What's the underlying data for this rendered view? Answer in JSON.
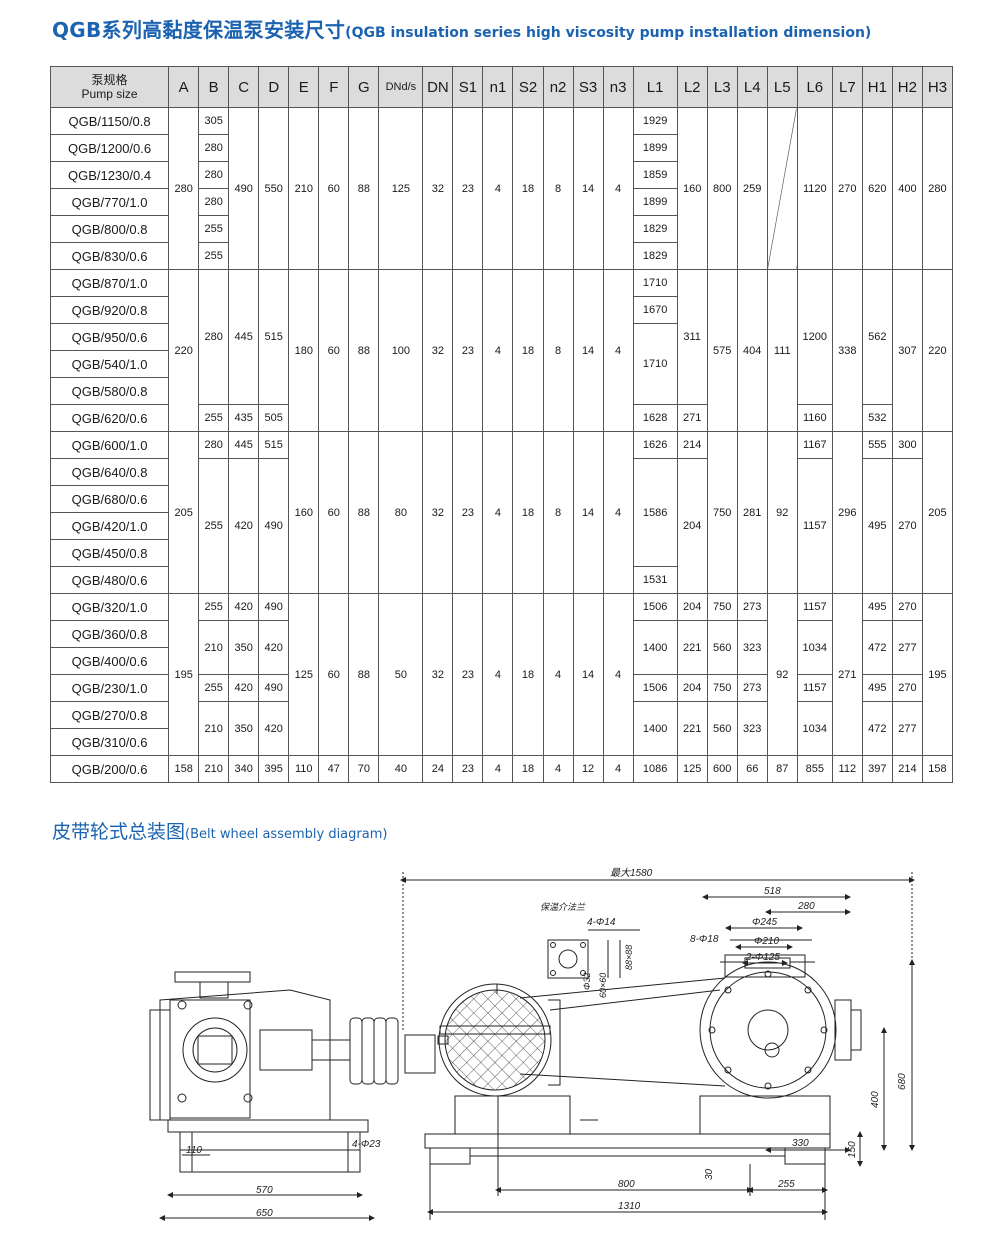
{
  "header": {
    "title_cn": "QGB系列高黏度保温泵安装尺寸",
    "title_en": "(QGB insulation series high viscosity pump installation dimension)"
  },
  "table": {
    "pump_size_cn": "泵规格",
    "pump_size_en": "Pump size",
    "columns": [
      "A",
      "B",
      "C",
      "D",
      "E",
      "F",
      "G",
      "DNd/s",
      "DN",
      "S1",
      "n1",
      "S2",
      "n2",
      "S3",
      "n3",
      "L1",
      "L2",
      "L3",
      "L4",
      "L5",
      "L6",
      "L7",
      "H1",
      "H2",
      "H3"
    ],
    "rows": [
      [
        {
          "t": "QGB/1150/0.8"
        },
        {
          "t": "280",
          "r": 6
        },
        {
          "t": "305"
        },
        {
          "t": "490",
          "r": 6
        },
        {
          "t": "550",
          "r": 6
        },
        {
          "t": "210",
          "r": 6
        },
        {
          "t": "60",
          "r": 6
        },
        {
          "t": "88",
          "r": 6
        },
        {
          "t": "125",
          "r": 6
        },
        {
          "t": "32",
          "r": 6
        },
        {
          "t": "23",
          "r": 6
        },
        {
          "t": "4",
          "r": 6
        },
        {
          "t": "18",
          "r": 6
        },
        {
          "t": "8",
          "r": 6
        },
        {
          "t": "14",
          "r": 6
        },
        {
          "t": "4",
          "r": 6
        },
        {
          "t": "1929"
        },
        {
          "t": "160",
          "r": 6
        },
        {
          "t": "800",
          "r": 6
        },
        {
          "t": "259",
          "r": 6
        },
        {
          "t": "",
          "r": 6,
          "slash": true
        },
        {
          "t": "1120",
          "r": 6
        },
        {
          "t": "270",
          "r": 6
        },
        {
          "t": "620",
          "r": 6
        },
        {
          "t": "400",
          "r": 6
        },
        {
          "t": "280",
          "r": 6
        }
      ],
      [
        {
          "t": "QGB/1200/0.6"
        },
        {
          "t": "280"
        },
        {
          "t": "1899"
        }
      ],
      [
        {
          "t": "QGB/1230/0.4"
        },
        {
          "t": "280"
        },
        {
          "t": "1859"
        }
      ],
      [
        {
          "t": "QGB/770/1.0"
        },
        {
          "t": "280"
        },
        {
          "t": "1899"
        }
      ],
      [
        {
          "t": "QGB/800/0.8"
        },
        {
          "t": "255"
        },
        {
          "t": "1829"
        }
      ],
      [
        {
          "t": "QGB/830/0.6"
        },
        {
          "t": "255"
        },
        {
          "t": "1829"
        }
      ],
      [
        {
          "t": "QGB/870/1.0"
        },
        {
          "t": "220",
          "r": 6
        },
        {
          "t": "280",
          "r": 5
        },
        {
          "t": "445",
          "r": 5
        },
        {
          "t": "515",
          "r": 5
        },
        {
          "t": "180",
          "r": 6
        },
        {
          "t": "60",
          "r": 6
        },
        {
          "t": "88",
          "r": 6
        },
        {
          "t": "100",
          "r": 6
        },
        {
          "t": "32",
          "r": 6
        },
        {
          "t": "23",
          "r": 6
        },
        {
          "t": "4",
          "r": 6
        },
        {
          "t": "18",
          "r": 6
        },
        {
          "t": "8",
          "r": 6
        },
        {
          "t": "14",
          "r": 6
        },
        {
          "t": "4",
          "r": 6
        },
        {
          "t": "1710"
        },
        {
          "t": "311",
          "r": 5
        },
        {
          "t": "575",
          "r": 6
        },
        {
          "t": "404",
          "r": 6
        },
        {
          "t": "111",
          "r": 6
        },
        {
          "t": "1200",
          "r": 5
        },
        {
          "t": "338",
          "r": 6
        },
        {
          "t": "562",
          "r": 5
        },
        {
          "t": "307",
          "r": 6
        },
        {
          "t": "220",
          "r": 6
        }
      ],
      [
        {
          "t": "QGB/920/0.8"
        },
        {
          "t": "1670"
        }
      ],
      [
        {
          "t": "QGB/950/0.6"
        },
        {
          "t": "1710",
          "r": 3
        }
      ],
      [
        {
          "t": "QGB/540/1.0"
        }
      ],
      [
        {
          "t": "QGB/580/0.8"
        }
      ],
      [
        {
          "t": "QGB/620/0.6"
        },
        {
          "t": "255"
        },
        {
          "t": "435"
        },
        {
          "t": "505"
        },
        {
          "t": "1628"
        },
        {
          "t": "271"
        },
        {
          "t": "1160"
        },
        {
          "t": "532"
        }
      ],
      [
        {
          "t": "QGB/600/1.0"
        },
        {
          "t": "205",
          "r": 6
        },
        {
          "t": "280"
        },
        {
          "t": "445"
        },
        {
          "t": "515"
        },
        {
          "t": "160",
          "r": 6
        },
        {
          "t": "60",
          "r": 6
        },
        {
          "t": "88",
          "r": 6
        },
        {
          "t": "80",
          "r": 6
        },
        {
          "t": "32",
          "r": 6
        },
        {
          "t": "23",
          "r": 6
        },
        {
          "t": "4",
          "r": 6
        },
        {
          "t": "18",
          "r": 6
        },
        {
          "t": "8",
          "r": 6
        },
        {
          "t": "14",
          "r": 6
        },
        {
          "t": "4",
          "r": 6
        },
        {
          "t": "1626"
        },
        {
          "t": "214"
        },
        {
          "t": "750",
          "r": 6
        },
        {
          "t": "281",
          "r": 6
        },
        {
          "t": "92",
          "r": 6
        },
        {
          "t": "1167"
        },
        {
          "t": "296",
          "r": 6
        },
        {
          "t": "555"
        },
        {
          "t": "300"
        },
        {
          "t": "205",
          "r": 6
        }
      ],
      [
        {
          "t": "QGB/640/0.8"
        },
        {
          "t": "255",
          "r": 5
        },
        {
          "t": "420",
          "r": 5
        },
        {
          "t": "490",
          "r": 5
        },
        {
          "t": "1586",
          "r": 4
        },
        {
          "t": "204",
          "r": 5
        },
        {
          "t": "1157",
          "r": 5
        },
        {
          "t": "495",
          "r": 5
        },
        {
          "t": "270",
          "r": 5
        }
      ],
      [
        {
          "t": "QGB/680/0.6"
        }
      ],
      [
        {
          "t": "QGB/420/1.0"
        }
      ],
      [
        {
          "t": "QGB/450/0.8"
        }
      ],
      [
        {
          "t": "QGB/480/0.6"
        },
        {
          "t": "1531"
        }
      ],
      [
        {
          "t": "QGB/320/1.0"
        },
        {
          "t": "195",
          "r": 6
        },
        {
          "t": "255"
        },
        {
          "t": "420"
        },
        {
          "t": "490"
        },
        {
          "t": "125",
          "r": 6
        },
        {
          "t": "60",
          "r": 6
        },
        {
          "t": "88",
          "r": 6
        },
        {
          "t": "50",
          "r": 6
        },
        {
          "t": "32",
          "r": 6
        },
        {
          "t": "23",
          "r": 6
        },
        {
          "t": "4",
          "r": 6
        },
        {
          "t": "18",
          "r": 6
        },
        {
          "t": "4",
          "r": 6
        },
        {
          "t": "14",
          "r": 6
        },
        {
          "t": "4",
          "r": 6
        },
        {
          "t": "1506"
        },
        {
          "t": "204"
        },
        {
          "t": "750"
        },
        {
          "t": "273"
        },
        {
          "t": "92",
          "r": 6
        },
        {
          "t": "1157"
        },
        {
          "t": "271",
          "r": 6
        },
        {
          "t": "495"
        },
        {
          "t": "270"
        },
        {
          "t": "195",
          "r": 6
        }
      ],
      [
        {
          "t": "QGB/360/0.8"
        },
        {
          "t": "210",
          "r": 2
        },
        {
          "t": "350",
          "r": 2
        },
        {
          "t": "420",
          "r": 2
        },
        {
          "t": "1400",
          "r": 2
        },
        {
          "t": "221",
          "r": 2
        },
        {
          "t": "560",
          "r": 2
        },
        {
          "t": "323",
          "r": 2
        },
        {
          "t": "1034",
          "r": 2
        },
        {
          "t": "472",
          "r": 2
        },
        {
          "t": "277",
          "r": 2
        }
      ],
      [
        {
          "t": "QGB/400/0.6"
        }
      ],
      [
        {
          "t": "QGB/230/1.0"
        },
        {
          "t": "255"
        },
        {
          "t": "420"
        },
        {
          "t": "490"
        },
        {
          "t": "1506"
        },
        {
          "t": "204"
        },
        {
          "t": "750"
        },
        {
          "t": "273"
        },
        {
          "t": "1157"
        },
        {
          "t": "495"
        },
        {
          "t": "270"
        }
      ],
      [
        {
          "t": "QGB/270/0.8"
        },
        {
          "t": "210",
          "r": 2
        },
        {
          "t": "350",
          "r": 2
        },
        {
          "t": "420",
          "r": 2
        },
        {
          "t": "1400",
          "r": 2
        },
        {
          "t": "221",
          "r": 2
        },
        {
          "t": "560",
          "r": 2
        },
        {
          "t": "323",
          "r": 2
        },
        {
          "t": "1034",
          "r": 2
        },
        {
          "t": "472",
          "r": 2
        },
        {
          "t": "277",
          "r": 2
        }
      ],
      [
        {
          "t": "QGB/310/0.6"
        }
      ],
      [
        {
          "t": "QGB/200/0.6"
        },
        {
          "t": "158"
        },
        {
          "t": "210"
        },
        {
          "t": "340"
        },
        {
          "t": "395"
        },
        {
          "t": "110"
        },
        {
          "t": "47"
        },
        {
          "t": "70"
        },
        {
          "t": "40"
        },
        {
          "t": "24"
        },
        {
          "t": "23"
        },
        {
          "t": "4"
        },
        {
          "t": "18"
        },
        {
          "t": "4"
        },
        {
          "t": "12"
        },
        {
          "t": "4"
        },
        {
          "t": "1086"
        },
        {
          "t": "125"
        },
        {
          "t": "600"
        },
        {
          "t": "66"
        },
        {
          "t": "87"
        },
        {
          "t": "855"
        },
        {
          "t": "112"
        },
        {
          "t": "397"
        },
        {
          "t": "214"
        },
        {
          "t": "158"
        }
      ]
    ]
  },
  "diagram_section": {
    "title_cn": "皮带轮式总装图",
    "title_en": "(Belt wheel assembly diagram)"
  },
  "drawing": {
    "max_length": "最大1580",
    "insulation_flange_label": "保温介法兰",
    "d518": "518",
    "d280": "280",
    "holes_4_14": "4-Φ14",
    "holes_8_18": "8-Φ18",
    "holes_2_125": "2-Φ125",
    "dia_245": "Φ245",
    "dia_210": "Φ210",
    "dim_88": "88×88",
    "dim_60": "60×60",
    "dia_32": "Φ32",
    "d680": "680",
    "d400": "400",
    "d330": "330",
    "d150": "150",
    "d30": "30",
    "d800": "800",
    "d255": "255",
    "d1310": "1310",
    "d110": "110",
    "holes_4_23": "4-Φ23",
    "d570": "570",
    "d650": "650"
  }
}
